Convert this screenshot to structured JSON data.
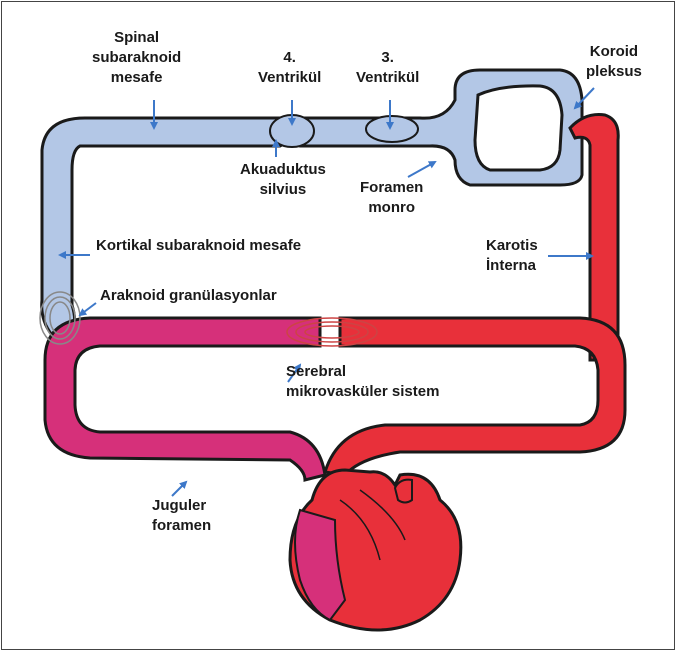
{
  "labels": {
    "spinal": [
      "Spinal",
      "subaraknoid",
      "mesafe"
    ],
    "ventricle4": [
      "4.",
      "Ventrikül"
    ],
    "ventricle3": [
      "3.",
      "Ventrikül"
    ],
    "choroid": [
      "Koroid",
      "pleksus"
    ],
    "aqueduct": [
      "Akuaduktus",
      "silvius"
    ],
    "monro": [
      "Foramen",
      "monro"
    ],
    "cortical": "Kortikal subaraknoid mesafe",
    "carotid": [
      "Karotis",
      "İnterna"
    ],
    "arachnoid": "Araknoid granülasyonlar",
    "cerebral": [
      "Serebral",
      "mikrovasküler sistem"
    ],
    "jugular": [
      "Juguler",
      "foramen"
    ]
  },
  "colors": {
    "csf": "#b3c7e6",
    "arterial": "#e8303a",
    "venous": "#d6307a",
    "arrow": "#3d78c9",
    "outline": "#1a1a1a"
  }
}
